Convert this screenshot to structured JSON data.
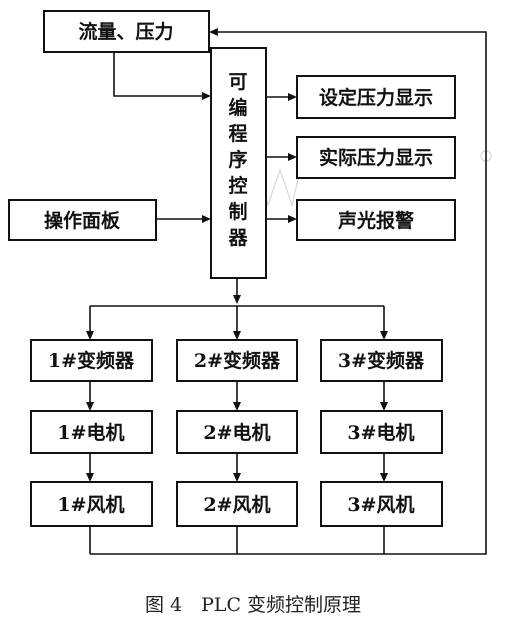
{
  "boxes": {
    "flow_pressure": "流量、压力",
    "control_panel": "操作面板",
    "plc_chars": [
      "可",
      "编",
      "程",
      "序",
      "控",
      "制",
      "器"
    ],
    "set_pressure": "设定压力显示",
    "actual_pressure": "实际压力显示",
    "alarm": "声光报警"
  },
  "units": [
    {
      "inverter": "1#变频器",
      "motor": "1#电机",
      "fan": "1#风机"
    },
    {
      "inverter": "2#变频器",
      "motor": "2#电机",
      "fan": "2#风机"
    },
    {
      "inverter": "3#变频器",
      "motor": "3#电机",
      "fan": "3#风机"
    }
  ],
  "caption": "图 4　PLC 变频控制原理"
}
